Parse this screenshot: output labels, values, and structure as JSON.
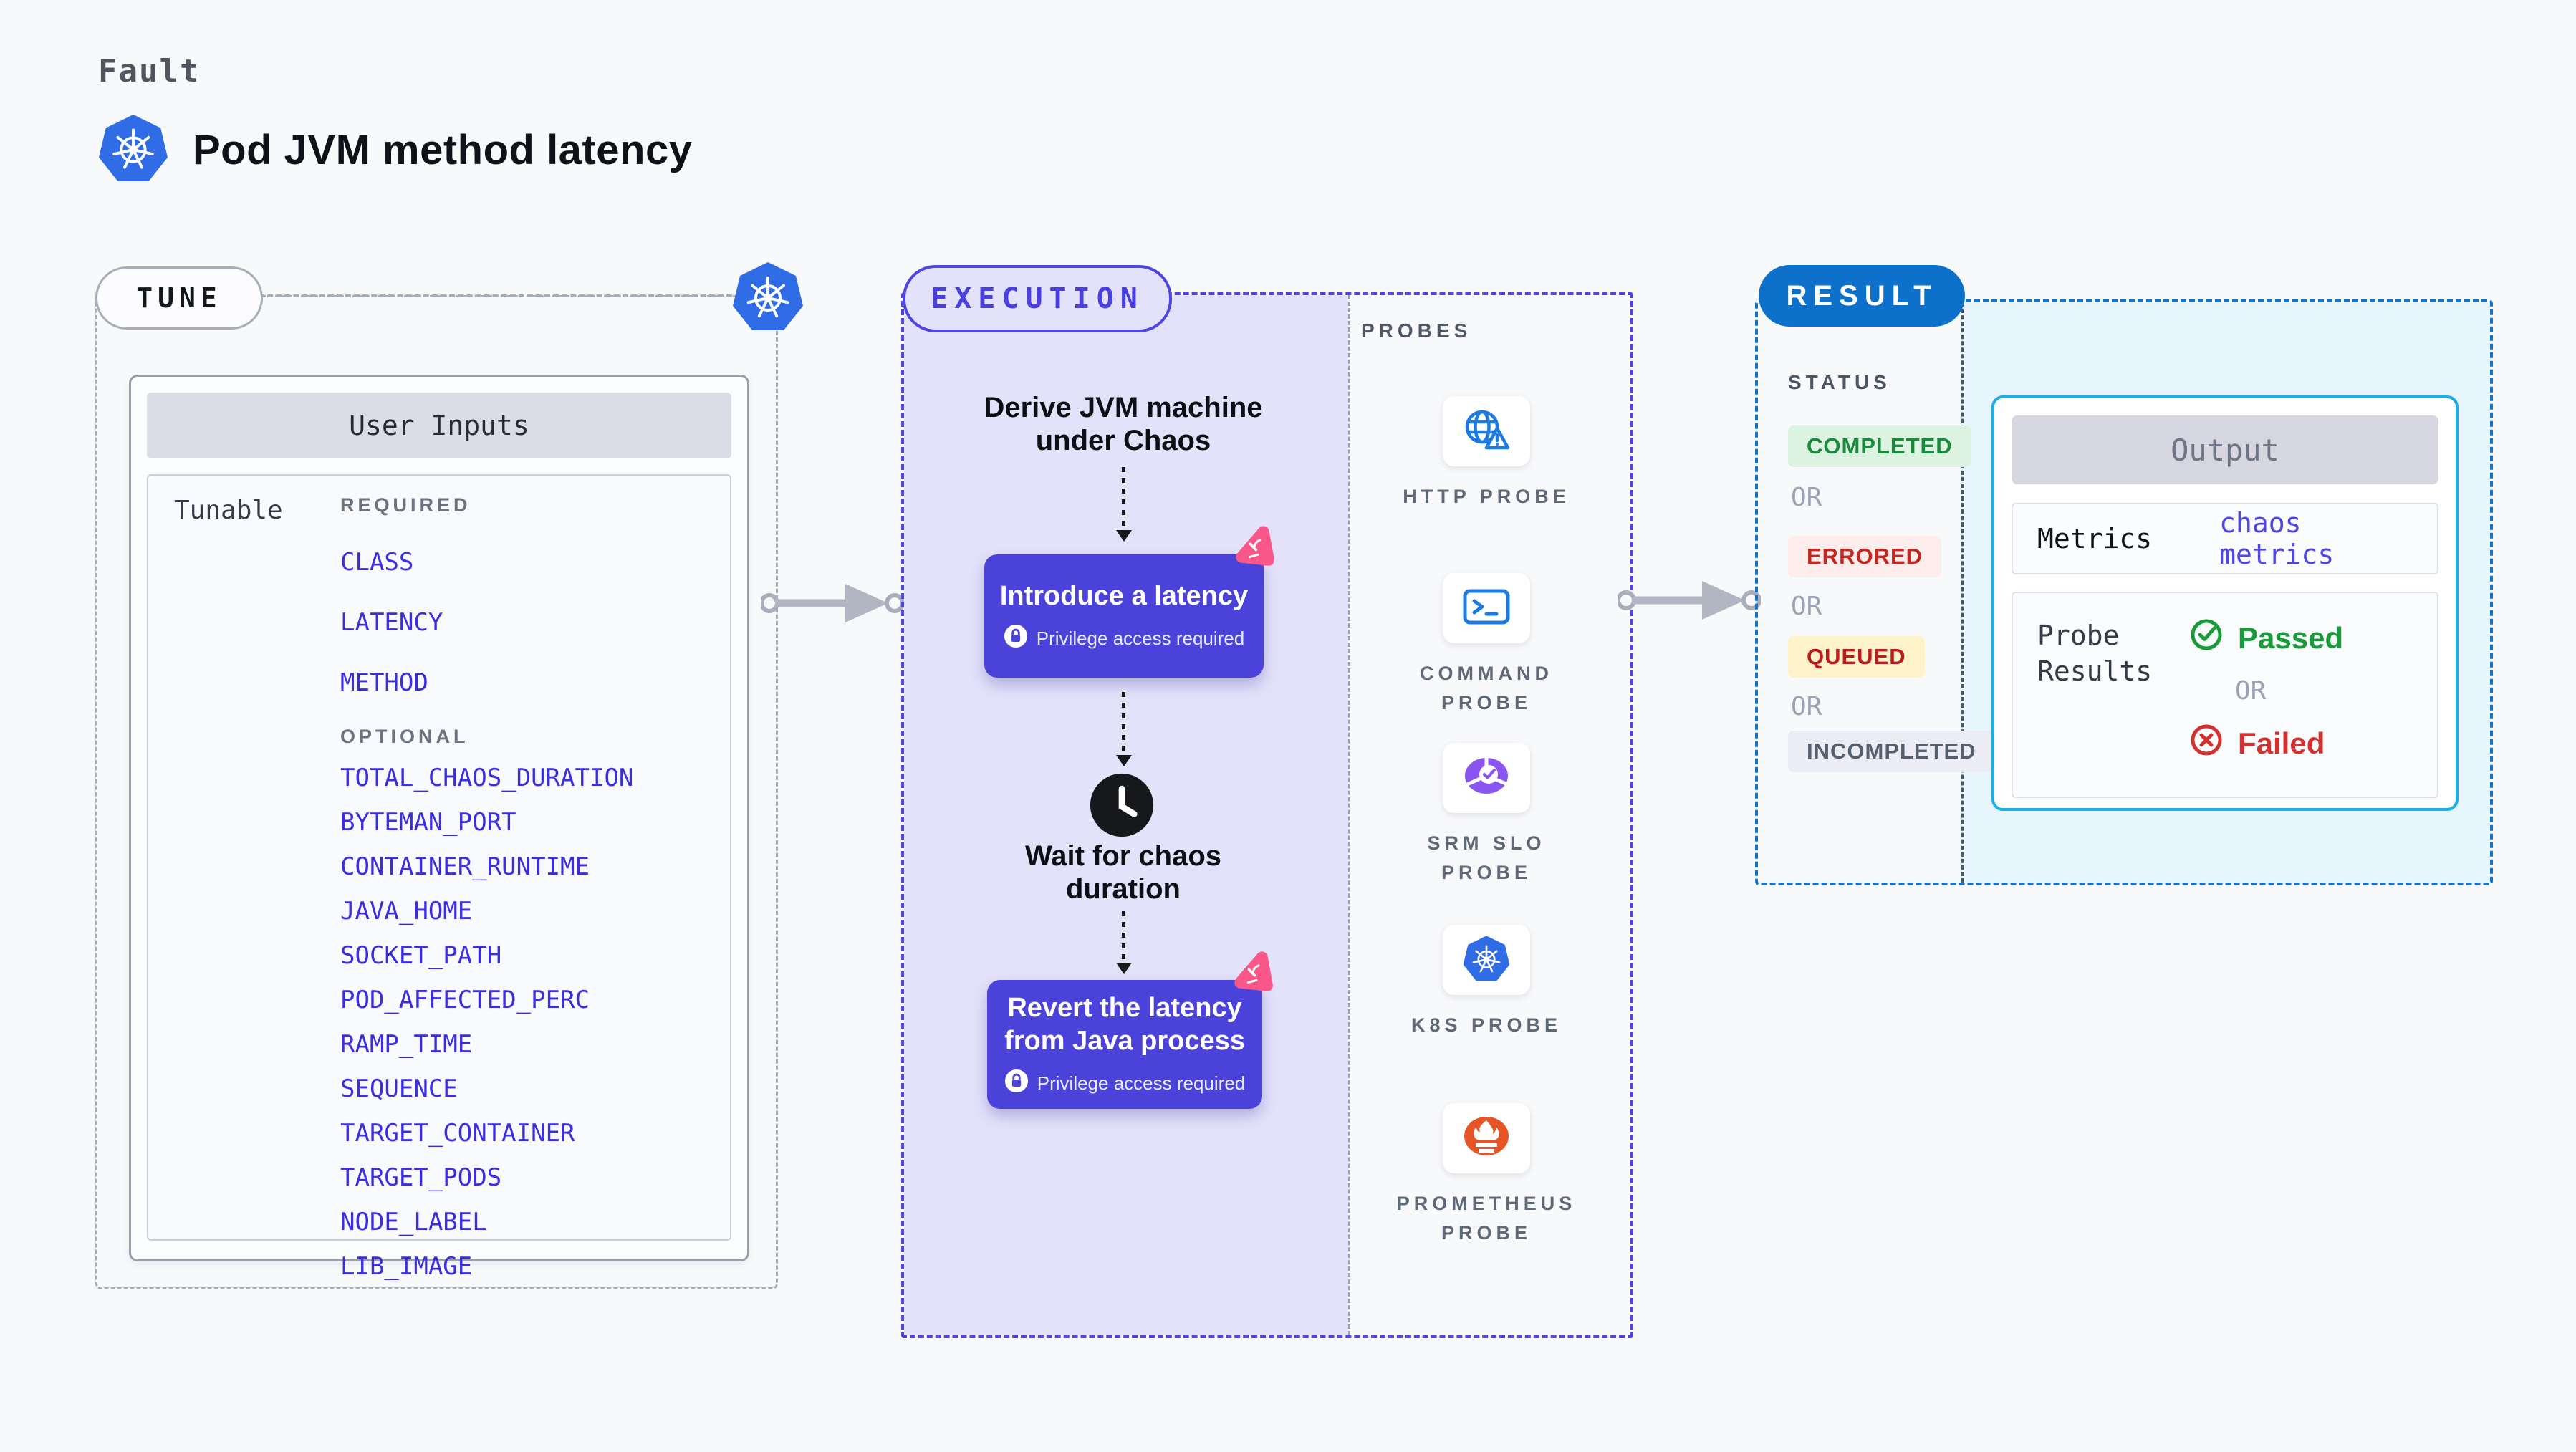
{
  "header": {
    "eyebrow": "Fault",
    "title": "Pod JVM method latency"
  },
  "tune": {
    "badge": "TUNE",
    "card_title": "User Inputs",
    "row_label": "Tunable",
    "required_label": "REQUIRED",
    "required_items": [
      "CLASS",
      "LATENCY",
      "METHOD"
    ],
    "optional_label": "OPTIONAL",
    "optional_items": [
      "TOTAL_CHAOS_DURATION",
      "BYTEMAN_PORT",
      "CONTAINER_RUNTIME",
      "JAVA_HOME",
      "SOCKET_PATH",
      "POD_AFFECTED_PERC",
      "RAMP_TIME",
      "SEQUENCE",
      "TARGET_CONTAINER",
      "TARGET_PODS",
      "NODE_LABEL",
      "LIB_IMAGE"
    ]
  },
  "execution": {
    "badge": "EXECUTION",
    "step1": "Derive JVM machine\nunder Chaos",
    "action1": {
      "label": "Introduce a latency",
      "note": "Privilege access required"
    },
    "wait_step": "Wait for chaos\nduration",
    "action2": {
      "label": "Revert the latency\nfrom Java process",
      "note": "Privilege access required"
    }
  },
  "probes": {
    "label": "PROBES",
    "items": [
      {
        "name": "HTTP PROBE",
        "icon": "globe-alert-icon"
      },
      {
        "name": "COMMAND PROBE",
        "icon": "terminal-icon"
      },
      {
        "name": "SRM SLO PROBE",
        "icon": "slo-donut-icon"
      },
      {
        "name": "K8S PROBE",
        "icon": "kubernetes-icon"
      },
      {
        "name": "PROMETHEUS PROBE",
        "icon": "prometheus-icon"
      }
    ]
  },
  "result": {
    "badge": "RESULT",
    "status_label": "STATUS",
    "or_label": "OR",
    "statuses": [
      {
        "label": "COMPLETED",
        "text_color": "#1a8a3c",
        "bg_color": "#ddf3e1"
      },
      {
        "label": "ERRORED",
        "text_color": "#c3271f",
        "bg_color": "#fdecec"
      },
      {
        "label": "QUEUED",
        "text_color": "#bc1c1c",
        "bg_color": "#fdf2ca"
      },
      {
        "label": "INCOMPLETED",
        "text_color": "#565f6e",
        "bg_color": "#ecedf4"
      }
    ],
    "output": {
      "title": "Output",
      "metrics_label": "Metrics",
      "metrics_value": "chaos metrics",
      "probe_results_label": "Probe\nResults",
      "passed_label": "Passed",
      "or_label": "OR",
      "failed_label": "Failed"
    }
  },
  "colors": {
    "accent_indigo": "#4e45e2",
    "lavender_bg": "#e4e2fa",
    "result_blue": "#0d71cc",
    "output_border": "#1daee8",
    "cyan_bg": "#e7f5fd",
    "param_blue": "#3b2de0",
    "k8s_blue": "#2f6ce6",
    "pink_accent": "#f9578a",
    "prometheus_orange": "#e75425",
    "slo_purple": "#8a55f0",
    "passed_green": "#189b38",
    "failed_red": "#d53030",
    "arrow_gray": "#b2b6c3"
  }
}
